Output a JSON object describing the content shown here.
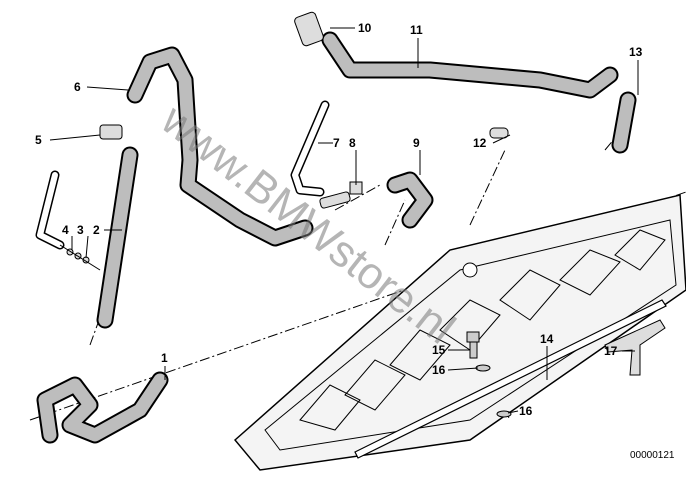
{
  "diagram": {
    "labels": [
      "1",
      "2",
      "3",
      "4",
      "5",
      "6",
      "7",
      "8",
      "9",
      "10",
      "11",
      "12",
      "13",
      "14",
      "15",
      "16",
      "16",
      "17"
    ],
    "drawing_code": "00000121",
    "watermark": "www.BMWstore.nl"
  }
}
